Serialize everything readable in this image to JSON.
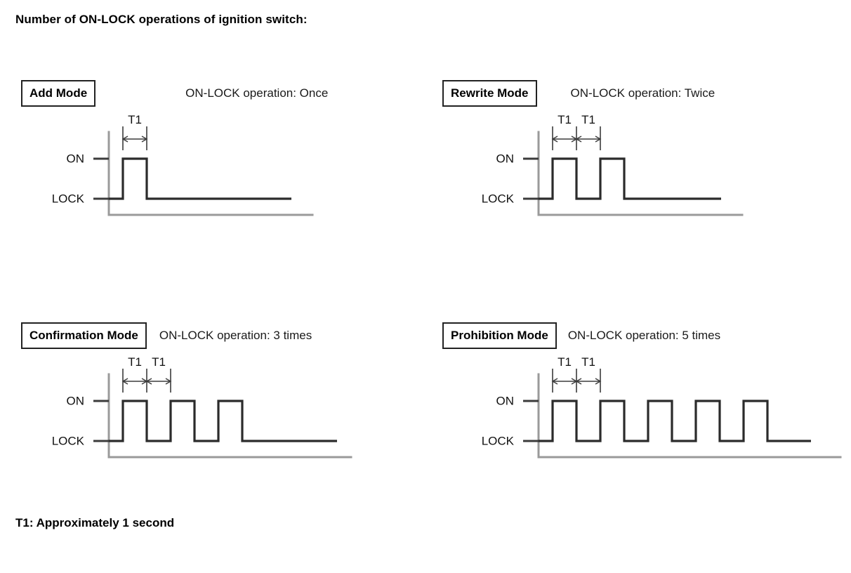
{
  "title": "Number of ON-LOCK operations of ignition switch:",
  "footnote": "T1: Approximately 1 second",
  "levels": {
    "on": "ON",
    "lock": "LOCK"
  },
  "dimension_label": "T1",
  "chart_data": {
    "type": "line",
    "title": "Number of ON-LOCK operations of ignition switch:",
    "ylabel": "",
    "xlabel": "",
    "y_levels": [
      "LOCK",
      "ON"
    ],
    "annotation": "T1: Approximately 1 second",
    "panels": [
      {
        "mode": "Add Mode",
        "operation": "ON-LOCK operation: Once",
        "pulse_count": 1,
        "dimension_spans": 1,
        "axis_length": 290,
        "signal_end": 260,
        "lead_in": 20,
        "pulse_width": 34,
        "gap_width": 34,
        "states": [
          {
            "level": "LOCK",
            "duration": 20
          },
          {
            "level": "ON",
            "duration": 34
          },
          {
            "level": "LOCK",
            "duration": 206
          }
        ]
      },
      {
        "mode": "Rewrite Mode",
        "operation": "ON-LOCK operation: Twice",
        "pulse_count": 2,
        "dimension_spans": 2,
        "axis_length": 290,
        "signal_end": 260,
        "lead_in": 20,
        "pulse_width": 34,
        "gap_width": 34,
        "states": [
          {
            "level": "LOCK",
            "duration": 20
          },
          {
            "level": "ON",
            "duration": 34
          },
          {
            "level": "LOCK",
            "duration": 34
          },
          {
            "level": "ON",
            "duration": 34
          },
          {
            "level": "LOCK",
            "duration": 138
          }
        ]
      },
      {
        "mode": "Confirmation Mode",
        "operation": "ON-LOCK operation: 3 times",
        "pulse_count": 3,
        "dimension_spans": 2,
        "axis_length": 345,
        "signal_end": 325,
        "lead_in": 20,
        "pulse_width": 34,
        "gap_width": 34,
        "states": [
          {
            "level": "LOCK",
            "duration": 20
          },
          {
            "level": "ON",
            "duration": 34
          },
          {
            "level": "LOCK",
            "duration": 34
          },
          {
            "level": "ON",
            "duration": 34
          },
          {
            "level": "LOCK",
            "duration": 34
          },
          {
            "level": "ON",
            "duration": 34
          },
          {
            "level": "LOCK",
            "duration": 135
          }
        ]
      },
      {
        "mode": "Prohibition Mode",
        "operation": "ON-LOCK operation: 5 times",
        "pulse_count": 5,
        "dimension_spans": 2,
        "axis_length": 430,
        "signal_end": 408,
        "lead_in": 20,
        "pulse_width": 34,
        "gap_width": 34,
        "states": [
          {
            "level": "LOCK",
            "duration": 20
          },
          {
            "level": "ON",
            "duration": 34
          },
          {
            "level": "LOCK",
            "duration": 34
          },
          {
            "level": "ON",
            "duration": 34
          },
          {
            "level": "LOCK",
            "duration": 34
          },
          {
            "level": "ON",
            "duration": 34
          },
          {
            "level": "LOCK",
            "duration": 34
          },
          {
            "level": "ON",
            "duration": 34
          },
          {
            "level": "LOCK",
            "duration": 34
          },
          {
            "level": "ON",
            "duration": 34
          },
          {
            "level": "LOCK",
            "duration": 62
          }
        ]
      }
    ]
  },
  "colors": {
    "signal": "#2b2b2b",
    "axis": "#9a9a9a",
    "tick": "#3b3b3b",
    "box_border": "#222222",
    "text": "#000000"
  }
}
